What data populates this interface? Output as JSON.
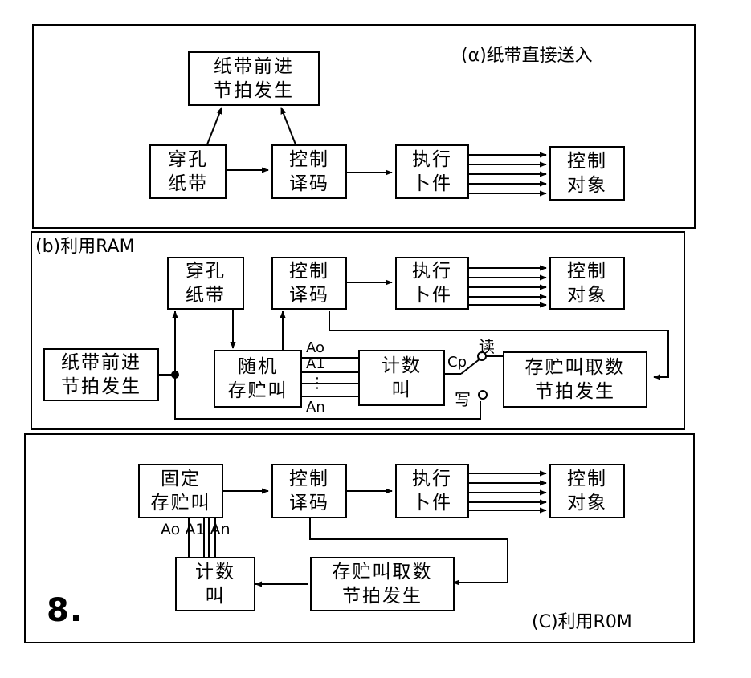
{
  "panel_a": {
    "caption": "(α)纸带直接送入",
    "tape_advance": [
      "纸带前进",
      "节拍发生"
    ],
    "punched_tape": [
      "穿孔",
      "纸带"
    ],
    "control_decode": [
      "控制",
      "译码"
    ],
    "executor": [
      "执行",
      "卜件"
    ],
    "control_object": [
      "控制",
      "对象"
    ]
  },
  "panel_b": {
    "caption": "(b)利用RAM",
    "punched_tape": [
      "穿孔",
      "纸带"
    ],
    "control_decode": [
      "控制",
      "译码"
    ],
    "executor": [
      "执行",
      "卜件"
    ],
    "control_object": [
      "控制",
      "对象"
    ],
    "tape_advance": [
      "纸带前进",
      "节拍发生"
    ],
    "ram": [
      "随机",
      "存贮叫"
    ],
    "counter": [
      "计数",
      "叫"
    ],
    "storage_fetch": [
      "存贮叫取数",
      "节拍发生"
    ],
    "addr_a0": "Ao",
    "addr_a1": "A1",
    "addr_dots": "⋮",
    "addr_an": "An",
    "cp": "Cp",
    "read": "读",
    "write": "写"
  },
  "panel_c": {
    "caption": "(C)利用R0M",
    "rom": [
      "固定",
      "存贮叫"
    ],
    "control_decode": [
      "控制",
      "译码"
    ],
    "executor": [
      "执行",
      "卜件"
    ],
    "control_object": [
      "控制",
      "对象"
    ],
    "counter": [
      "计数",
      "叫"
    ],
    "storage_fetch": [
      "存贮叫取数",
      "节拍发生"
    ],
    "addr_label": "Ao A1 An"
  },
  "figure_number": "8."
}
